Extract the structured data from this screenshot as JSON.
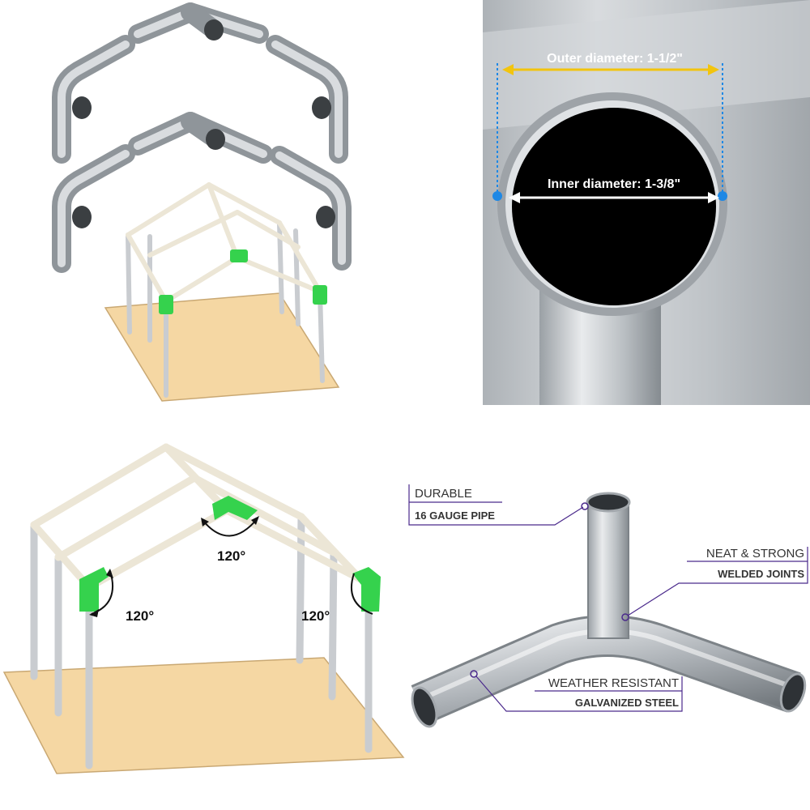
{
  "colors": {
    "steel": "#b7bcc1",
    "steel_dark": "#7d8388",
    "connector_green": "#35d24d",
    "floor": "#f5d7a3",
    "pipe_white": "#ede8dc",
    "callout_purple": "#4b2a8c",
    "outer_arrow": "#f2c40e",
    "guide_blue": "#1e88e5"
  },
  "icons": [
    "elbow-fitting-icon",
    "three-way-fitting-icon",
    "canopy-frame-icon",
    "pipe-cross-section-icon",
    "y-fitting-icon"
  ],
  "pipe_spec": {
    "outer_label": "Outer diameter: 1-1/2\"",
    "inner_label": "Inner diameter: 1-3/8\""
  },
  "angles": {
    "peak": "120°",
    "left_eave": "120°",
    "right_eave": "120°"
  },
  "features": [
    {
      "heading": "DURABLE",
      "detail": "16 GAUGE PIPE"
    },
    {
      "heading": "NEAT & STRONG",
      "detail": "WELDED JOINTS"
    },
    {
      "heading": "WEATHER RESISTANT",
      "detail": "GALVANIZED STEEL"
    }
  ]
}
